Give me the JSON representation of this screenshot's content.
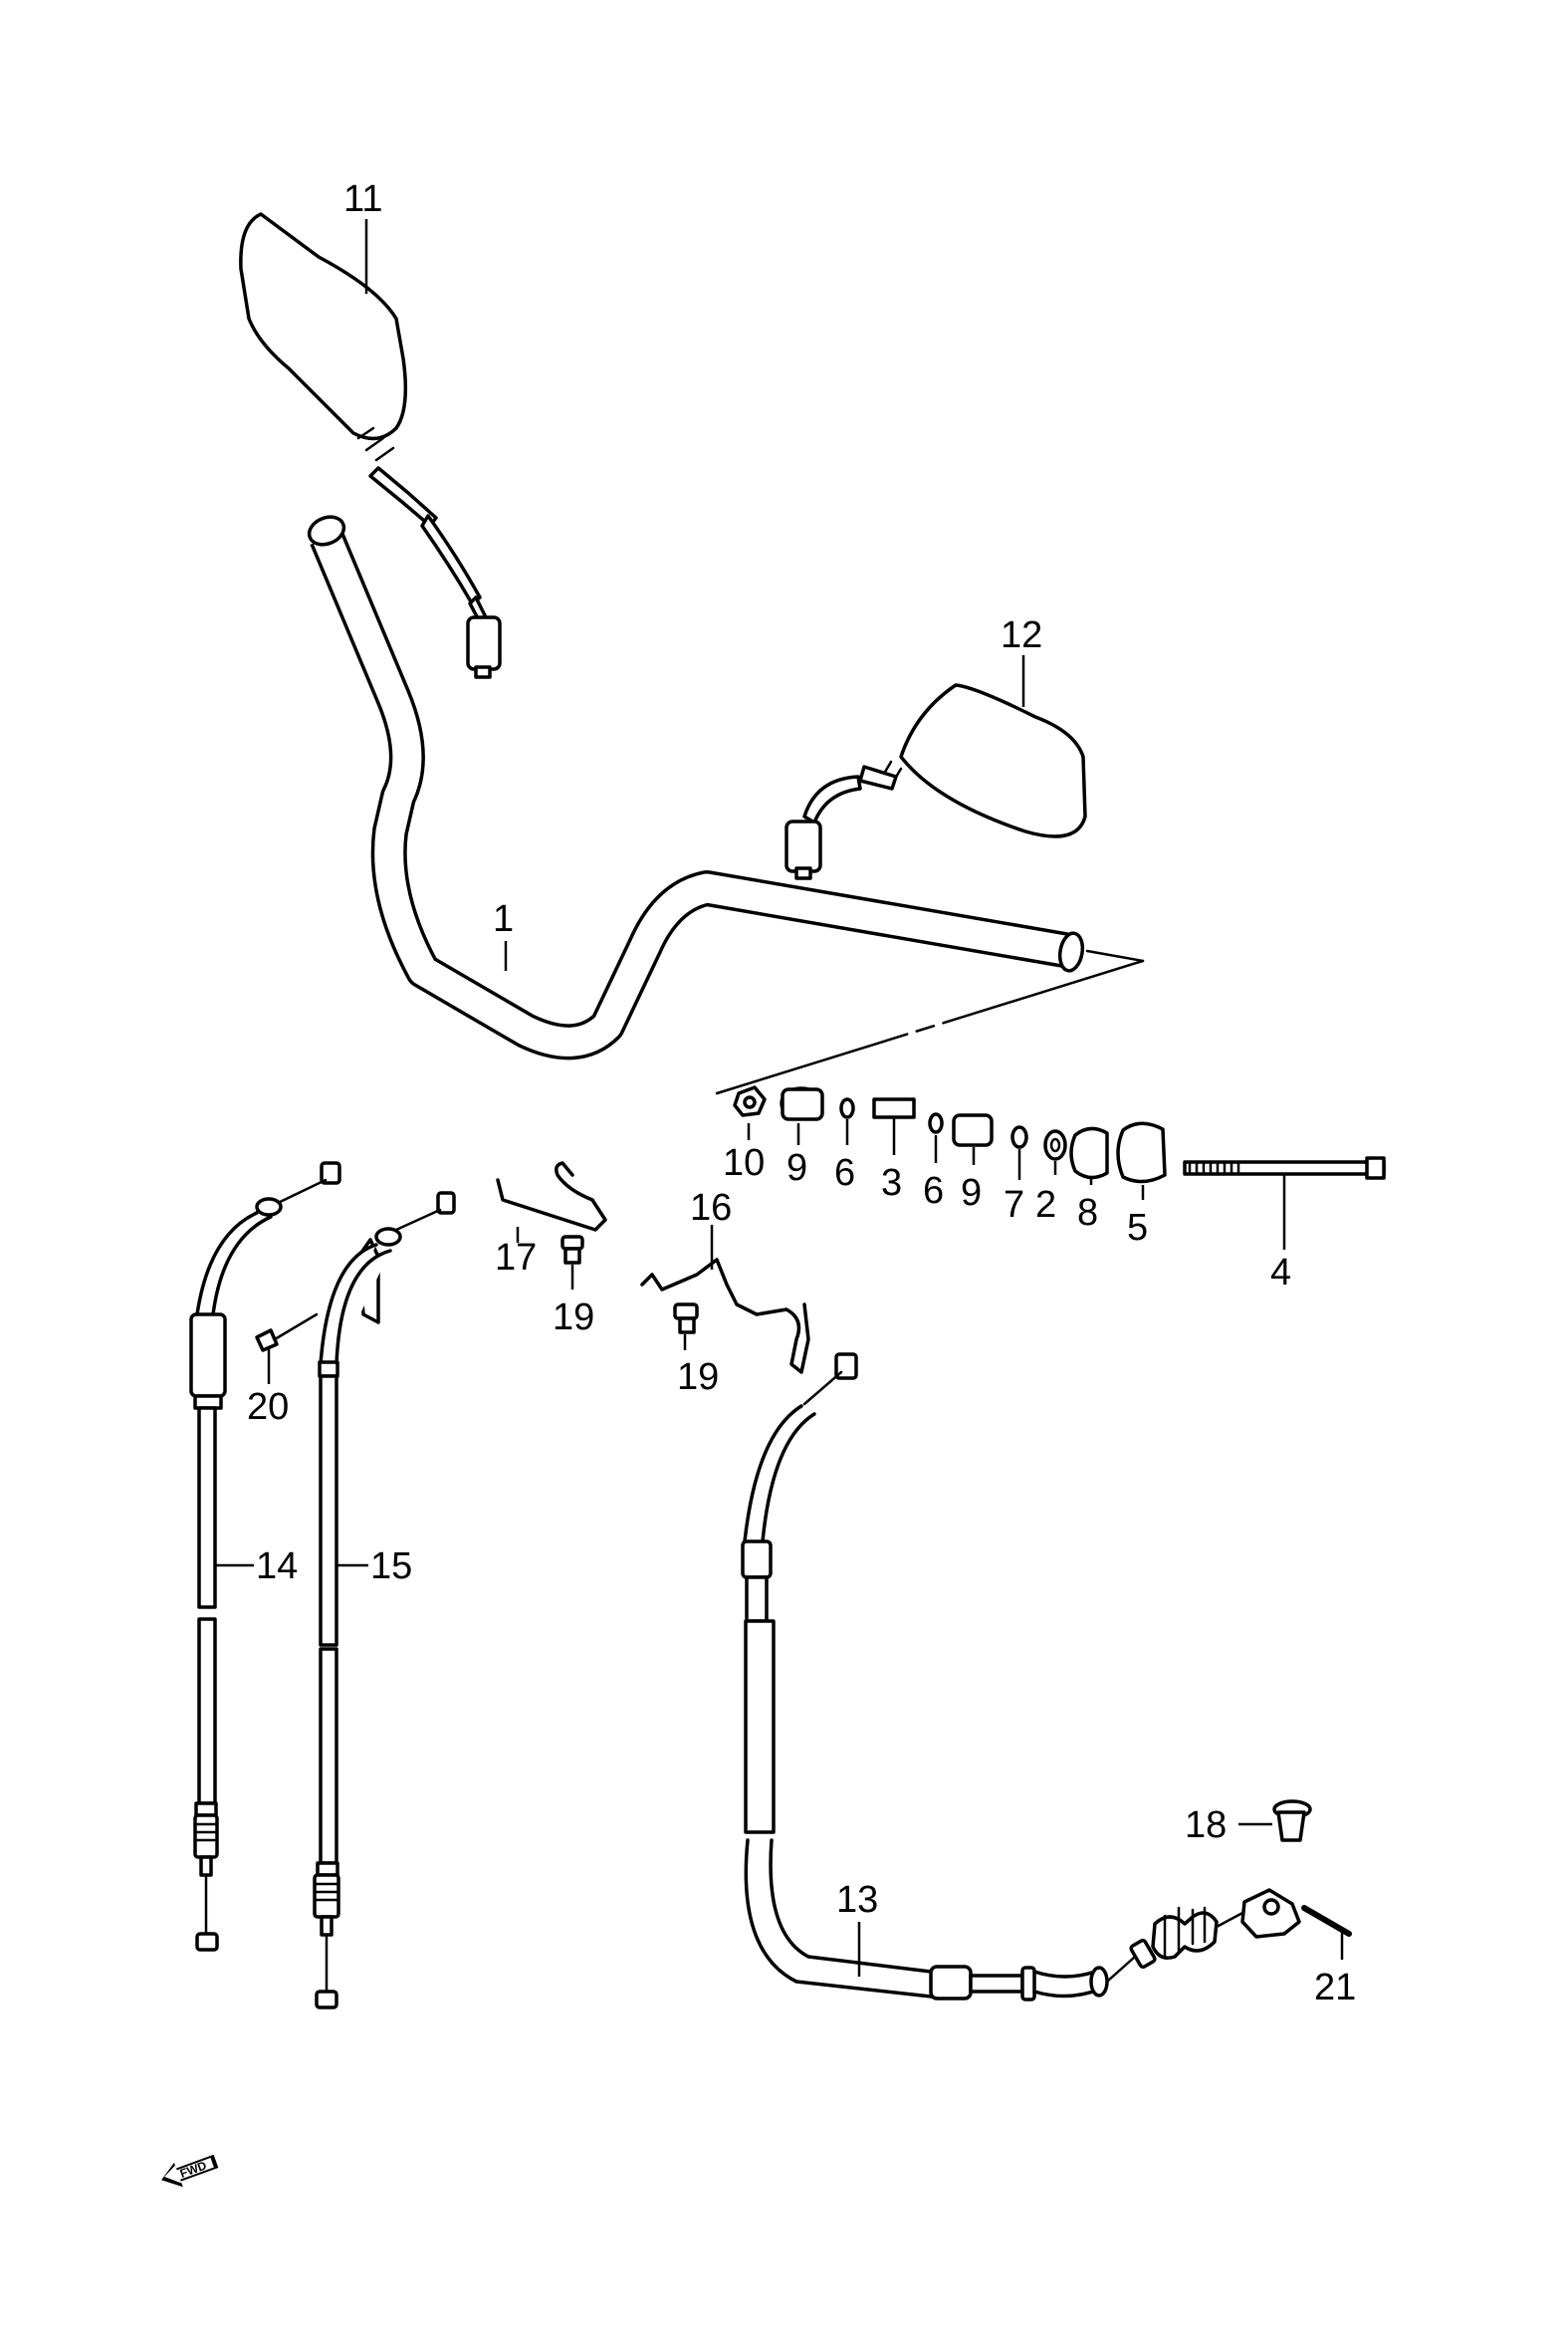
{
  "callouts": {
    "c1": "1",
    "c2": "2",
    "c3": "3",
    "c4": "4",
    "c5": "5",
    "c6a": "6",
    "c6b": "6",
    "c7": "7",
    "c8": "8",
    "c9a": "9",
    "c9b": "9",
    "c10": "10",
    "c11": "11",
    "c12": "12",
    "c13": "13",
    "c14": "14",
    "c15": "15",
    "c16": "16",
    "c17": "17",
    "c18": "18",
    "c19a": "19",
    "c19b": "19",
    "c20": "20",
    "c21": "21"
  },
  "fwd_label": "FWD"
}
